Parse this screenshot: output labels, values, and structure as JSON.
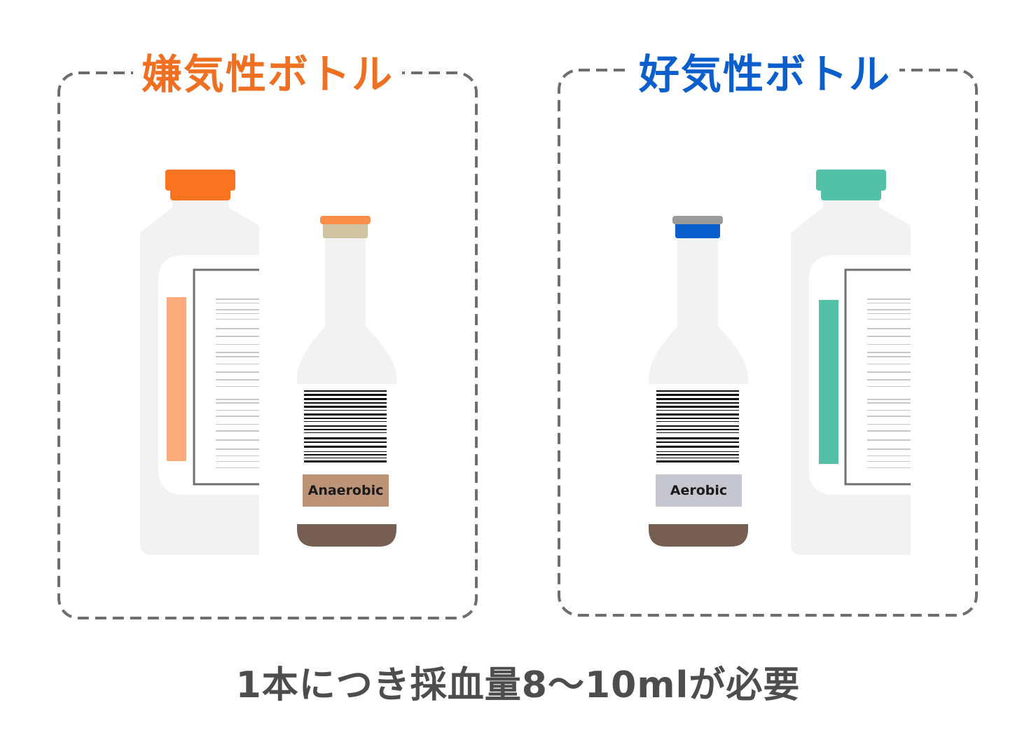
{
  "panels": {
    "left": {
      "title": "嫌気性ボトル",
      "title_color": "#f07022",
      "large_bottle": {
        "cap_color": "#f97321",
        "stripe_color": "#fbab7a"
      },
      "small_bottle": {
        "cap_top_color": "#fa8f4a",
        "cap_bottom_color": "#cfc3a1",
        "label": "Anaerobic",
        "label_color": "#bd9378",
        "fluid_color": "#775e53"
      }
    },
    "right": {
      "title": "好気性ボトル",
      "title_color": "#0a5fcc",
      "large_bottle": {
        "cap_color": "#52c1a7",
        "stripe_color": "#52c1a7"
      },
      "small_bottle": {
        "cap_top_color": "#9b9b9b",
        "cap_bottom_color": "#0a5fcc",
        "label": "Aerobic",
        "label_color": "#c6c6d1",
        "fluid_color": "#775e53"
      }
    }
  },
  "caption": "1本につき採血量8〜10mlが必要",
  "colors": {
    "dash_border": "#6e6e6e",
    "bottle_body": "#f2f2f2",
    "caption": "#4d4d4d"
  }
}
